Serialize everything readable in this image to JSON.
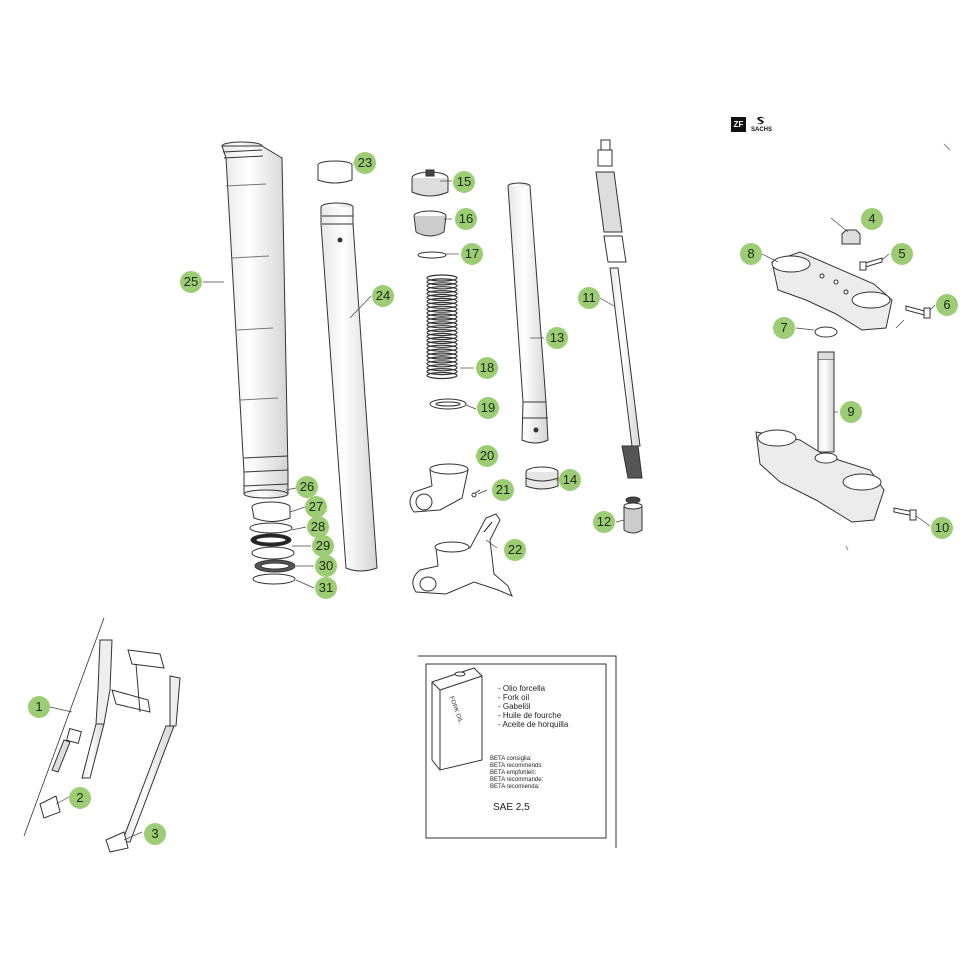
{
  "brand": {
    "zf_logo": "ZF",
    "sachs_text": "SACHS"
  },
  "fork_oil_box": {
    "can_label": "FORK OIL",
    "languages": [
      "- Olio forcella",
      "- Fork oil",
      "- Gabelöl",
      "- Huile de fourche",
      "- Aceite de horquilla"
    ],
    "recommendations": [
      "BETA consiglia:",
      "BETA recommends:",
      "BETA empfohlen:",
      "BETA recommande:",
      "BETA recomienda:"
    ],
    "grade": "SAE 2,5"
  },
  "callouts": [
    "1",
    "2",
    "3",
    "4",
    "5",
    "6",
    "7",
    "8",
    "9",
    "10",
    "11",
    "12",
    "13",
    "14",
    "15",
    "16",
    "17",
    "18",
    "19",
    "20",
    "21",
    "22",
    "23",
    "24",
    "25",
    "26",
    "27",
    "28",
    "29",
    "30",
    "31"
  ],
  "colors": {
    "callout_fill": "#9ccc73",
    "line": "#333333",
    "part_fill": "#ffffff",
    "shade": "#d9d9d9"
  }
}
